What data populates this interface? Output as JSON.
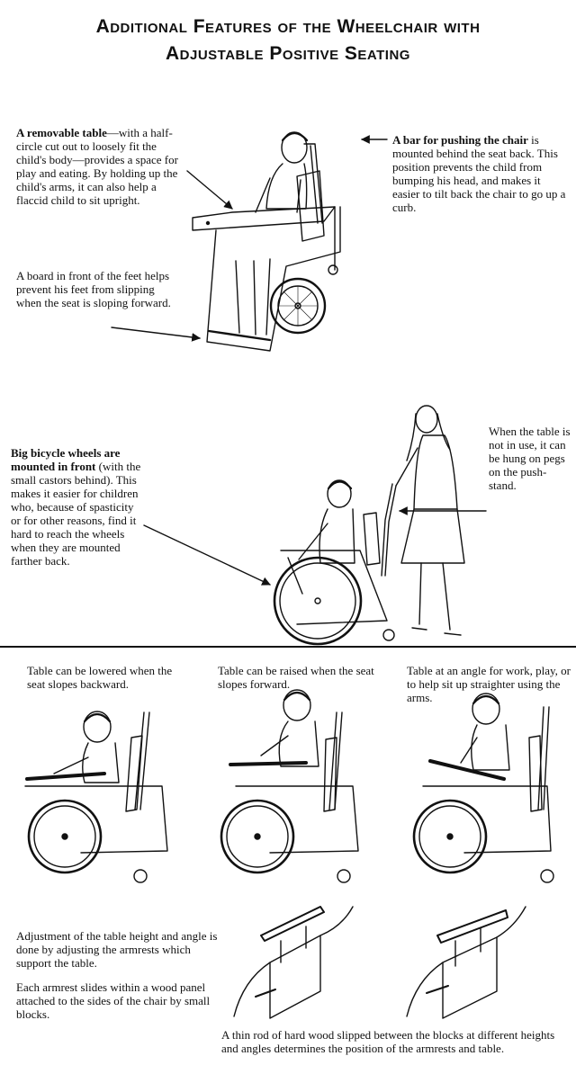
{
  "title": {
    "line1": "Additional Features of the Wheelchair with",
    "line2": "Adjustable Positive Seating"
  },
  "top": {
    "table_callout": {
      "heading": "A removable table",
      "body": "—with a half-circle cut out to loosely fit the child's body—provides a space for play and eating. By holding up the child's arms, it can also help a flaccid child to sit upright."
    },
    "bar_callout": {
      "heading": "A bar for pushing the chair",
      "body": "is mounted behind the seat back. This position prevents the child from bumping his head, and makes it easier to tilt back the chair to go up a curb."
    },
    "board_callout": "A board in front of the feet helps prevent his feet from slipping when the seat is sloping forward."
  },
  "middle": {
    "wheels_callout": {
      "heading": "Big bicycle wheels are mounted in front",
      "body": "(with the small castors behind). This makes it easier for children who, because of spasticity or for other reasons, find it hard to reach the wheels when they are mounted farther back."
    },
    "hang_callout": "When the table is not in use, it can be hung on pegs on the push-stand."
  },
  "bottom": {
    "captions": [
      "Table can be lowered when the seat slopes backward.",
      "Table can be raised when the seat slopes forward.",
      "Table at an angle for work, play, or to help sit up straighter using the arms."
    ],
    "adjust_text": "Adjustment of the table height and angle is done by adjusting the armrests which support the table.",
    "slide_text": "Each armrest slides within a wood panel attached to the sides of the chair by small blocks.",
    "rod_text": "A thin rod of hard wood slipped between the blocks at different heights and angles determines the position of the armrests and table."
  }
}
